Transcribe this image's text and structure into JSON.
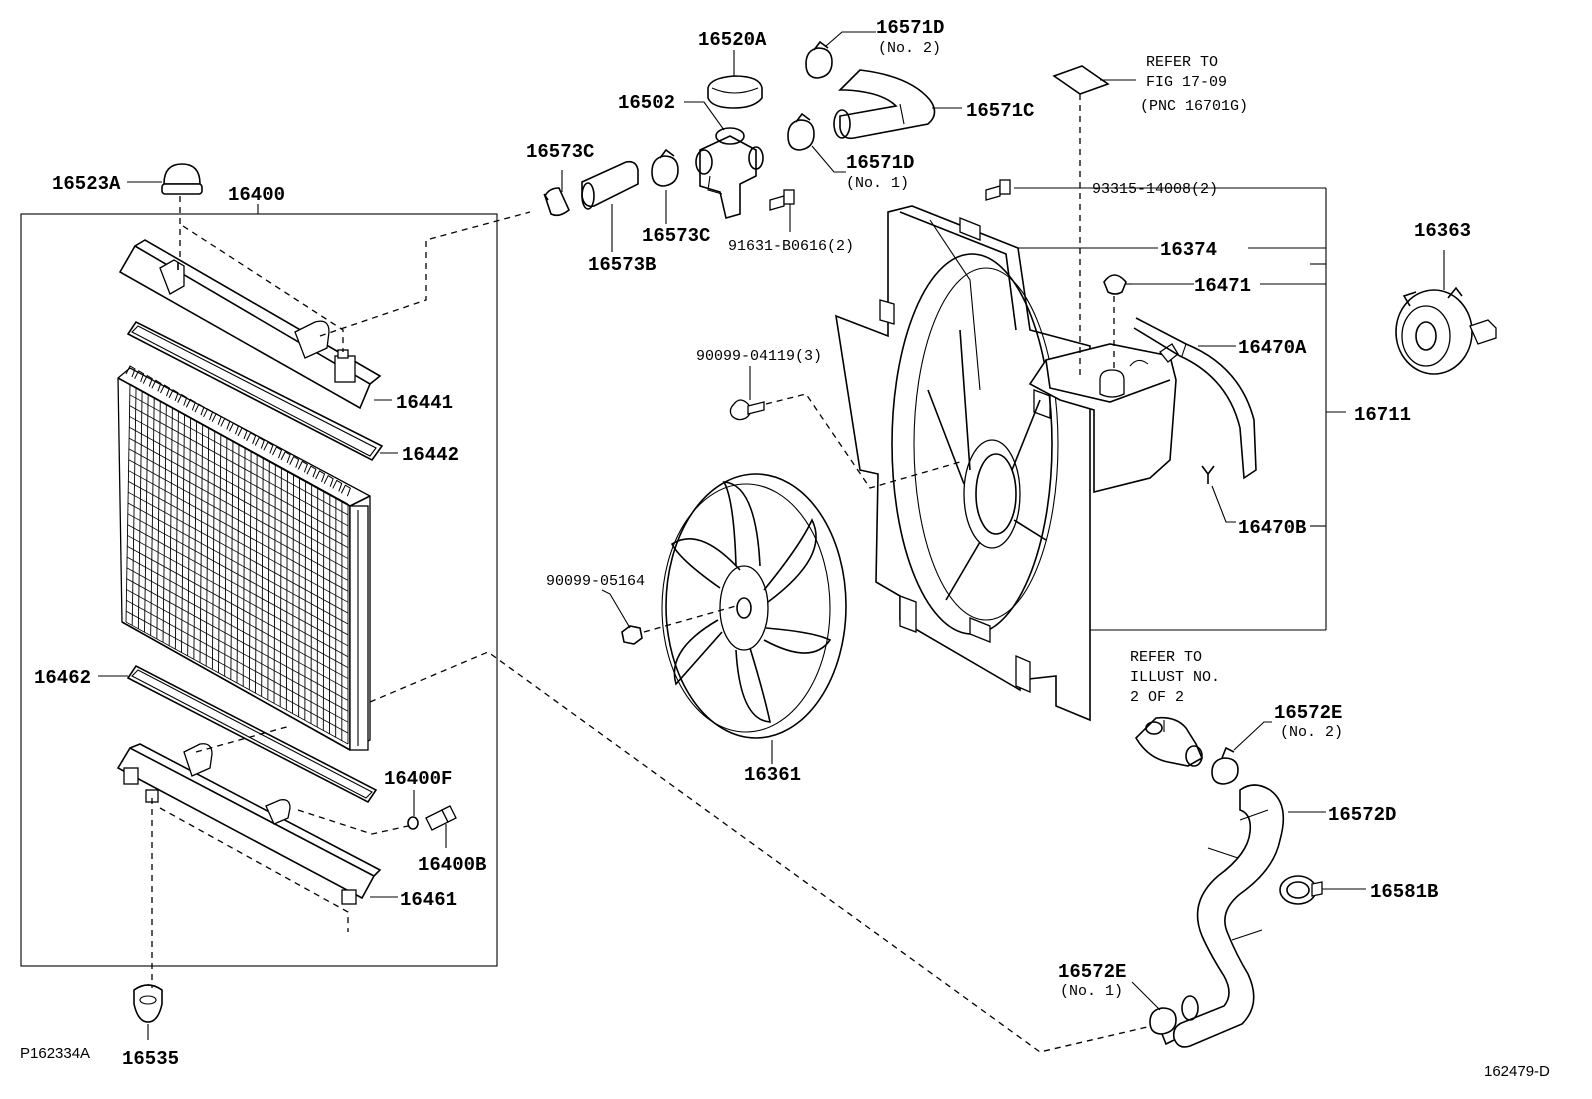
{
  "labels": {
    "p16400": "16400",
    "p16523A": "16523A",
    "p16441": "16441",
    "p16442": "16442",
    "p16462": "16462",
    "p16400F": "16400F",
    "p16400B": "16400B",
    "p16461": "16461",
    "p16535": "16535",
    "p16573C_a": "16573C",
    "p16573C_b": "16573C",
    "p16573B": "16573B",
    "p16502": "16502",
    "p16520A": "16520A",
    "p16571D_2": "16571D",
    "p16571D_2_sub": "(No. 2)",
    "p16571C": "16571C",
    "p16571D_1": "16571D",
    "p16571D_1_sub": "(No. 1)",
    "p91631": "91631-B0616(2)",
    "p93315": "93315-14008(2)",
    "p16374": "16374",
    "p16471": "16471",
    "p16470A": "16470A",
    "p16711": "16711",
    "p16470B": "16470B",
    "p16363": "16363",
    "p90099_04119": "90099-04119(3)",
    "p90099_05164": "90099-05164",
    "p16361": "16361",
    "p16572E_2": "16572E",
    "p16572E_2_sub": "(No. 2)",
    "p16572D": "16572D",
    "p16581B": "16581B",
    "p16572E_1": "16572E",
    "p16572E_1_sub": "(No. 1)"
  },
  "references": {
    "fig_line1": "REFER TO",
    "fig_line2": "FIG 17-09",
    "fig_line3": "(PNC 16701G)",
    "illust_line1": "REFER TO",
    "illust_line2": "ILLUST NO.",
    "illust_line3": "2 OF 2"
  },
  "footer": {
    "left_code": "P162334A",
    "right_code": "162479-D"
  }
}
